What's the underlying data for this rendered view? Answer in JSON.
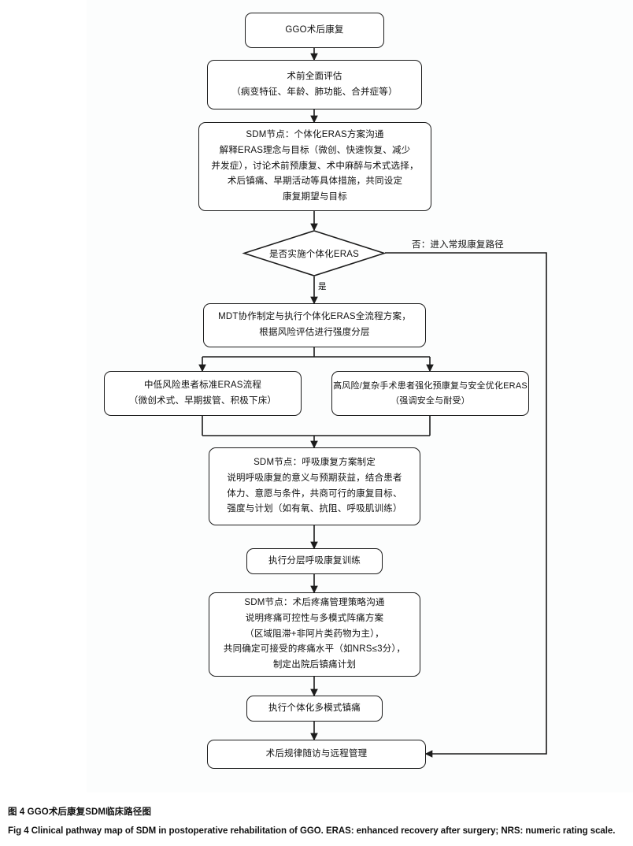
{
  "figure": {
    "caption_cn": "图 4  GGO术后康复SDM临床路径图",
    "caption_en": "Fig 4  Clinical pathway map of SDM in postoperative rehabilitation of GGO. ERAS: enhanced recovery after surgery; NRS: numeric rating scale."
  },
  "colors": {
    "stroke": "#1c1c1c",
    "fill": "#ffffff",
    "background": "#ffffff",
    "text": "#111111"
  },
  "chart_data": {
    "type": "diagram",
    "title": "GGO术后康复SDM临床路径图",
    "orientation": "top-to-bottom",
    "node_count": 12,
    "edge_count": 13
  },
  "nodes": {
    "start": {
      "shape": "rounded-rect",
      "lines": [
        "GGO术后康复"
      ]
    },
    "preop_assessment": {
      "shape": "rounded-rect",
      "lines": [
        "术前全面评估",
        "（病变特征、年龄、肺功能、合并症等）"
      ]
    },
    "sdm_eras_plan": {
      "shape": "rounded-rect",
      "lines": [
        "SDM节点：个体化ERAS方案沟通",
        "解释ERAS理念与目标（微创、快速恢复、减少",
        "并发症），讨论术前预康复、术中麻醉与术式选择，",
        "术后镇痛、早期活动等具体措施，共同设定",
        "康复期望与目标"
      ]
    },
    "decision_eras": {
      "shape": "diamond",
      "lines": [
        "是否实施个体化ERAS"
      ]
    },
    "mdt_execute": {
      "shape": "rounded-rect",
      "lines": [
        "MDT协作制定与执行个体化ERAS全流程方案，",
        "根据风险评估进行强度分层"
      ]
    },
    "branch_low_risk": {
      "shape": "rounded-rect",
      "lines": [
        "中低风险患者标准ERAS流程",
        "（微创术式、早期拔管、积极下床）"
      ]
    },
    "branch_high_risk": {
      "shape": "rounded-rect",
      "lines": [
        "高风险/复杂手术患者强化预康复与安全优化ERAS",
        "（强调安全与耐受）"
      ]
    },
    "sdm_resp_rehab": {
      "shape": "rounded-rect",
      "lines": [
        "SDM节点：呼吸康复方案制定",
        "说明呼吸康复的意义与预期获益，结合患者",
        "体力、意愿与条件，共商可行的康复目标、",
        "强度与计划（如有氧、抗阻、呼吸肌训练）"
      ]
    },
    "exec_resp_training": {
      "shape": "rounded-rect",
      "lines": [
        "执行分层呼吸康复训练"
      ]
    },
    "sdm_pain_mgmt": {
      "shape": "rounded-rect",
      "lines": [
        "SDM节点：术后疼痛管理策略沟通",
        "说明疼痛可控性与多模式阵痛方案",
        "（区域阻滞+非阿片类药物为主），",
        "共同确定可接受的疼痛水平（如NRS≤3分），",
        "制定出院后镇痛计划"
      ]
    },
    "exec_analgesia": {
      "shape": "rounded-rect",
      "lines": [
        "执行个体化多模式镇痛"
      ]
    },
    "followup": {
      "shape": "rounded-rect",
      "lines": [
        "术后规律随访与远程管理"
      ]
    }
  },
  "edges": {
    "decision_yes": "是",
    "decision_no": "否：进入常规康复路径"
  }
}
